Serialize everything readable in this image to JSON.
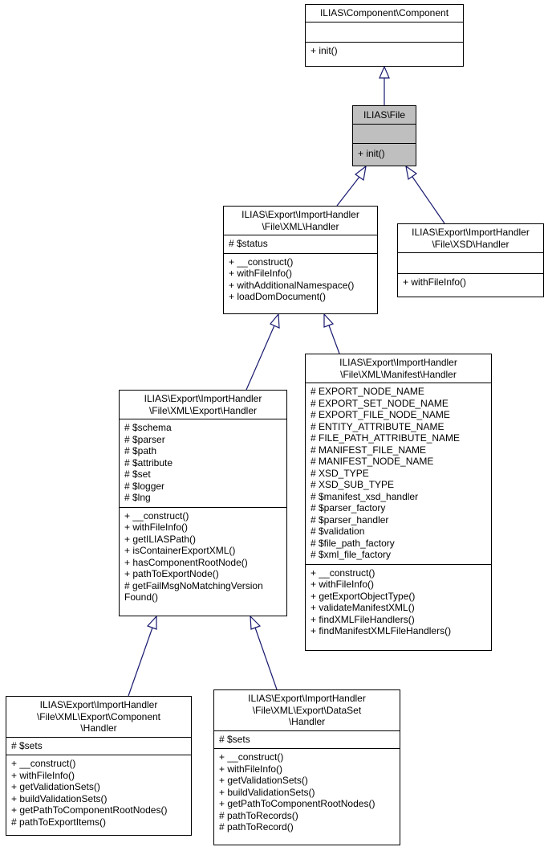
{
  "classes": {
    "component": {
      "title": "ILIAS\\Component\\Component",
      "attributes": [],
      "methods": [
        "+ init()"
      ]
    },
    "file": {
      "title": "ILIAS\\File",
      "attributes": [],
      "methods": [
        "+ init()"
      ]
    },
    "xml_handler": {
      "title": "ILIAS\\Export\\ImportHandler\n\\File\\XML\\Handler",
      "attributes": [
        "# $status"
      ],
      "methods": [
        "+ __construct()",
        "+ withFileInfo()",
        "+ withAdditionalNamespace()",
        "+ loadDomDocument()"
      ]
    },
    "xsd_handler": {
      "title": "ILIAS\\Export\\ImportHandler\n\\File\\XSD\\Handler",
      "attributes": [],
      "methods": [
        "+ withFileInfo()"
      ]
    },
    "export_handler": {
      "title": "ILIAS\\Export\\ImportHandler\n\\File\\XML\\Export\\Handler",
      "attributes": [
        "# $schema",
        "# $parser",
        "# $path",
        "# $attribute",
        "# $set",
        "# $logger",
        "# $lng"
      ],
      "methods": [
        "+ __construct()",
        "+ withFileInfo()",
        "+ getILIASPath()",
        "+ isContainerExportXML()",
        "+ hasComponentRootNode()",
        "+ pathToExportNode()",
        "# getFailMsgNoMatchingVersion",
        "Found()"
      ]
    },
    "manifest_handler": {
      "title": "ILIAS\\Export\\ImportHandler\n\\File\\XML\\Manifest\\Handler",
      "attributes": [
        "# EXPORT_NODE_NAME",
        "# EXPORT_SET_NODE_NAME",
        "# EXPORT_FILE_NODE_NAME",
        "# ENTITY_ATTRIBUTE_NAME",
        "# FILE_PATH_ATTRIBUTE_NAME",
        "# MANIFEST_FILE_NAME",
        "# MANIFEST_NODE_NAME",
        "# XSD_TYPE",
        "# XSD_SUB_TYPE",
        "# $manifest_xsd_handler",
        "# $parser_factory",
        "# $parser_handler",
        "# $validation",
        "# $file_path_factory",
        "# $xml_file_factory"
      ],
      "methods": [
        "+ __construct()",
        "+ withFileInfo()",
        "+ getExportObjectType()",
        "+ validateManifestXML()",
        "+ findXMLFileHandlers()",
        "+ findManifestXMLFileHandlers()"
      ]
    },
    "component_handler": {
      "title": "ILIAS\\Export\\ImportHandler\n\\File\\XML\\Export\\Component\n\\Handler",
      "attributes": [
        "# $sets"
      ],
      "methods": [
        "+ __construct()",
        "+ withFileInfo()",
        "+ getValidationSets()",
        "+ buildValidationSets()",
        "+ getPathToComponentRootNodes()",
        "# pathToExportItems()"
      ]
    },
    "dataset_handler": {
      "title": "ILIAS\\Export\\ImportHandler\n\\File\\XML\\Export\\DataSet\n\\Handler",
      "attributes": [
        "# $sets"
      ],
      "methods": [
        "+ __construct()",
        "+ withFileInfo()",
        "+ getValidationSets()",
        "+ buildValidationSets()",
        "+ getPathToComponentRootNodes()",
        "# pathToRecords()",
        "# pathToRecord()"
      ]
    }
  },
  "colors": {
    "edge": "#191970",
    "highlight": "#bfbfbf"
  }
}
